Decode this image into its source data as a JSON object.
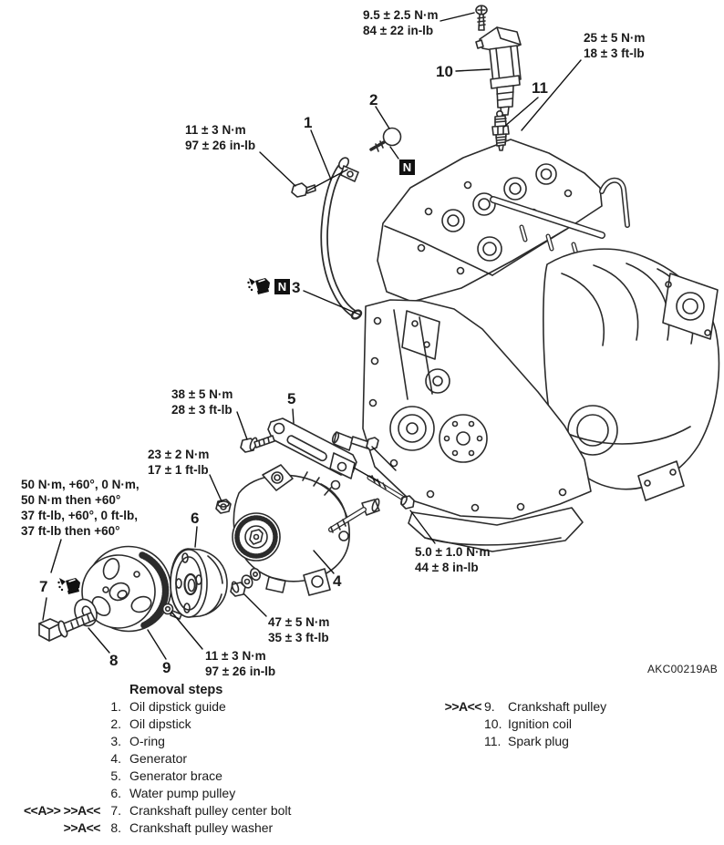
{
  "doc_code": "AKC00219AB",
  "symbols": {
    "non_reusable": "N"
  },
  "callouts": {
    "c1": "1",
    "c2": "2",
    "c3": "3",
    "c4": "4",
    "c5": "5",
    "c6": "6",
    "c7": "7",
    "c8": "8",
    "c9": "9",
    "c10": "10",
    "c11": "11"
  },
  "torques": {
    "coil_screw": {
      "l1": "9.5 ± 2.5 N·m",
      "l2": "84 ± 22 in-lb"
    },
    "spark_plug": {
      "l1": "25 ± 5 N·m",
      "l2": "18 ± 3 ft-lb"
    },
    "dipstick_guide_bolt": {
      "l1": "11 ± 3 N·m",
      "l2": "97 ± 26 in-lb"
    },
    "brace_bolt": {
      "l1": "38 ± 5 N·m",
      "l2": "28 ± 3 ft-lb"
    },
    "brace_nut": {
      "l1": "23 ± 2 N·m",
      "l2": "17 ± 1 ft-lb"
    },
    "crank_bolt": {
      "l1": "50 N·m, +60°, 0 N·m,",
      "l2": "50 N·m then +60°",
      "l3": "37 ft-lb, +60°, 0 ft-lb,",
      "l4": "37 ft-lb then +60°"
    },
    "generator_bolt": {
      "l1": "5.0 ± 1.0 N·m",
      "l2": "44 ± 8 in-lb"
    },
    "generator_nut": {
      "l1": "47 ± 5 N·m",
      "l2": "35 ± 3 ft-lb"
    },
    "water_pump_bolt": {
      "l1": "11 ± 3 N·m",
      "l2": "97 ± 26 in-lb"
    }
  },
  "removal": {
    "title": "Removal steps",
    "left": [
      {
        "prefix": "",
        "num": "1.",
        "label": "Oil dipstick guide"
      },
      {
        "prefix": "",
        "num": "2.",
        "label": "Oil dipstick"
      },
      {
        "prefix": "",
        "num": "3.",
        "label": "O-ring"
      },
      {
        "prefix": "",
        "num": "4.",
        "label": "Generator"
      },
      {
        "prefix": "",
        "num": "5.",
        "label": "Generator brace"
      },
      {
        "prefix": "",
        "num": "6.",
        "label": "Water pump pulley"
      },
      {
        "prefix": "<<A>> >>A<<",
        "num": "7.",
        "label": "Crankshaft pulley center bolt"
      },
      {
        "prefix": ">>A<<",
        "num": "8.",
        "label": "Crankshaft pulley washer"
      }
    ],
    "right": [
      {
        "prefix": ">>A<<",
        "num": "9.",
        "label": "Crankshaft pulley"
      },
      {
        "prefix": "",
        "num": "10.",
        "label": "Ignition coil"
      },
      {
        "prefix": "",
        "num": "11.",
        "label": "Spark plug"
      }
    ]
  }
}
